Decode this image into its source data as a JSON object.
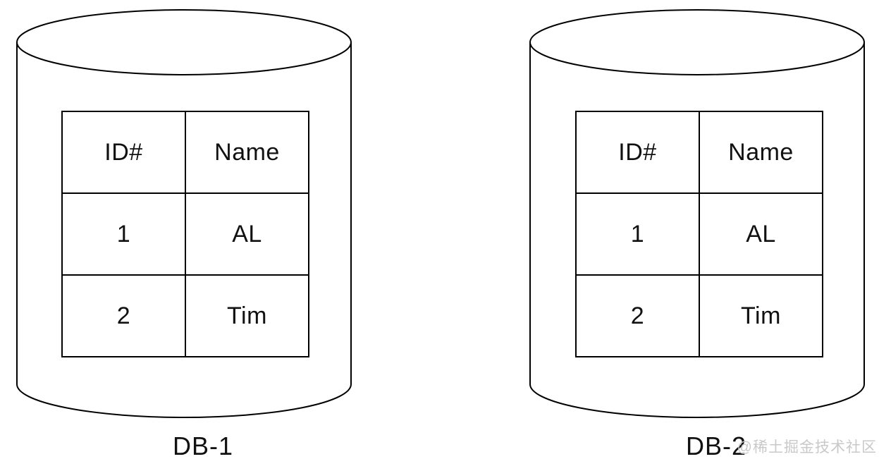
{
  "page": {
    "background_color": "#ffffff",
    "line_color": "#000000"
  },
  "watermark": {
    "text": "@稀土掘金技术社区",
    "color": "#c9c9c9"
  },
  "databases": [
    {
      "label": "DB-1",
      "table": {
        "headers": [
          "ID#",
          "Name"
        ],
        "rows": [
          [
            "1",
            "AL"
          ],
          [
            "2",
            "Tim"
          ]
        ]
      }
    },
    {
      "label": "DB-2",
      "table": {
        "headers": [
          "ID#",
          "Name"
        ],
        "rows": [
          [
            "1",
            "AL"
          ],
          [
            "2",
            "Tim"
          ]
        ]
      }
    }
  ]
}
